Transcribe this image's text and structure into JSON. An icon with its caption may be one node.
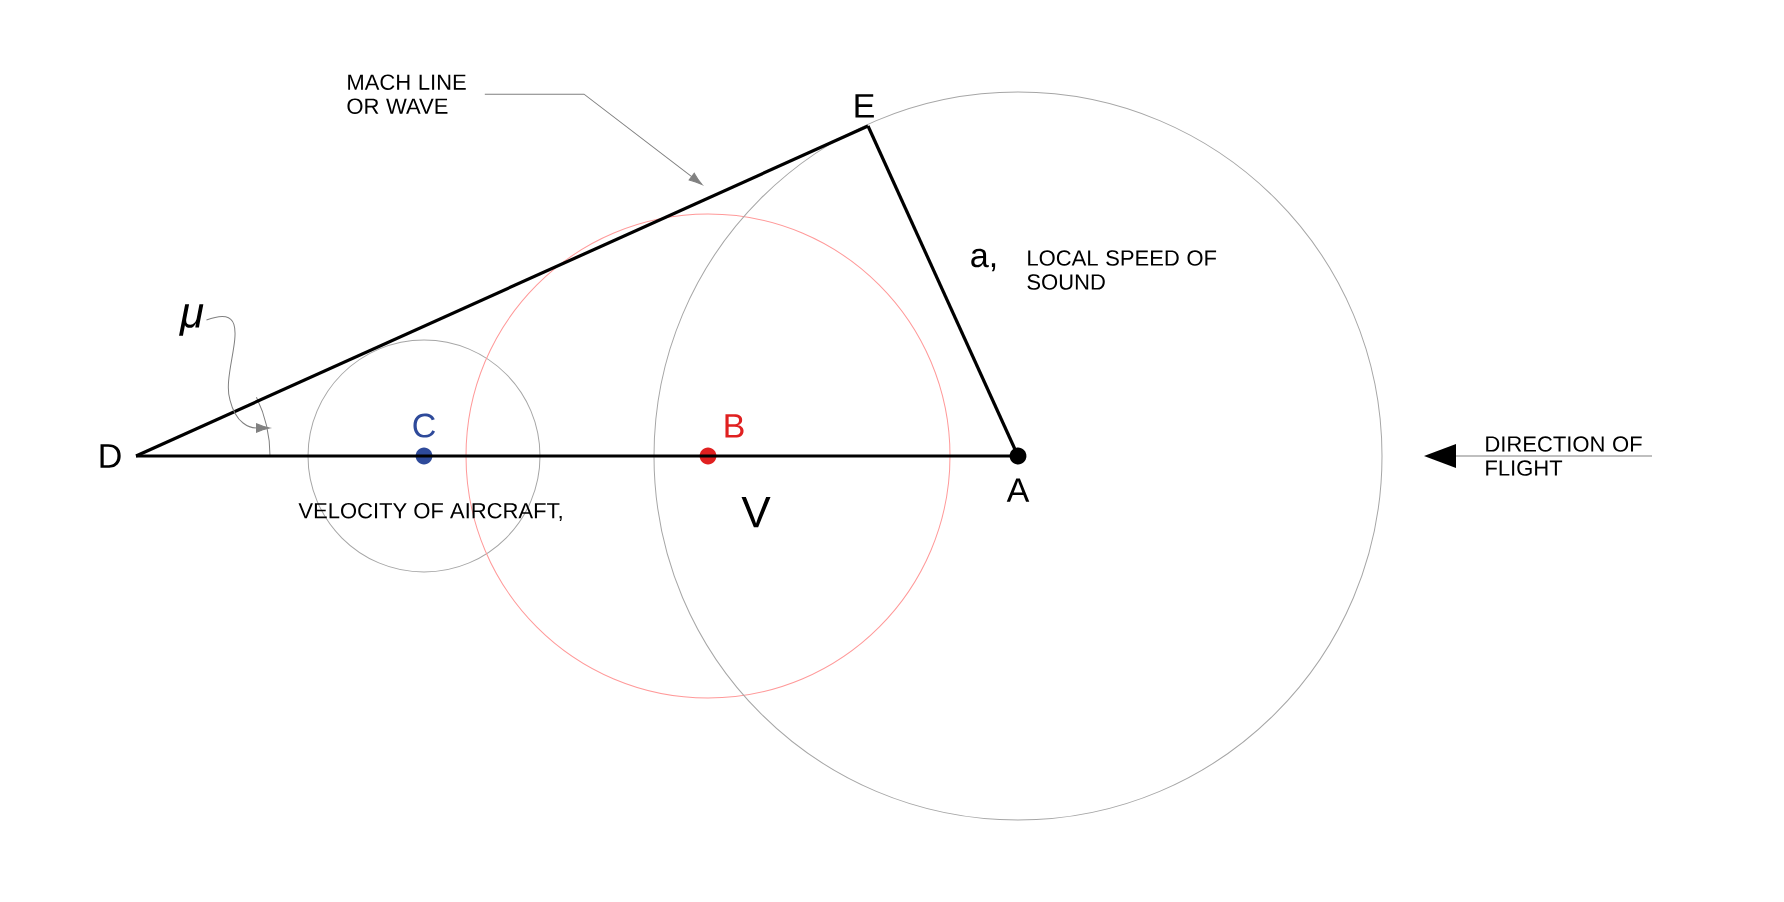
{
  "diagram": {
    "nodes": [
      {
        "text": [
          "D"
        ]
      },
      {
        "text": [
          "E"
        ]
      },
      {
        "text": [
          "A"
        ]
      },
      {
        "text": [
          "C"
        ]
      },
      {
        "text": [
          "B"
        ]
      },
      {
        "text": [
          "MACH LINE OR WAVE"
        ]
      },
      {
        "text": [
          "μ"
        ]
      }
    ],
    "edges": [
      {
        "from": 0,
        "to": 1,
        "arrow": "none"
      },
      {
        "from": 1,
        "to": 2,
        "arrow": "none",
        "label": "a,"
      },
      {
        "from": 0,
        "to": 2,
        "arrow": "none",
        "label": "V"
      },
      {
        "from": 5,
        "to": null,
        "arrow": "to",
        "color": "#808080"
      },
      {
        "from": 6,
        "to": null,
        "arrow": "to",
        "color": "#808080"
      }
    ],
    "labels": [
      "LOCAL SPEED OF SOUND",
      "VELOCITY OF AIRCRAFT,",
      "DIRECTION OF FLIGHT"
    ]
  }
}
